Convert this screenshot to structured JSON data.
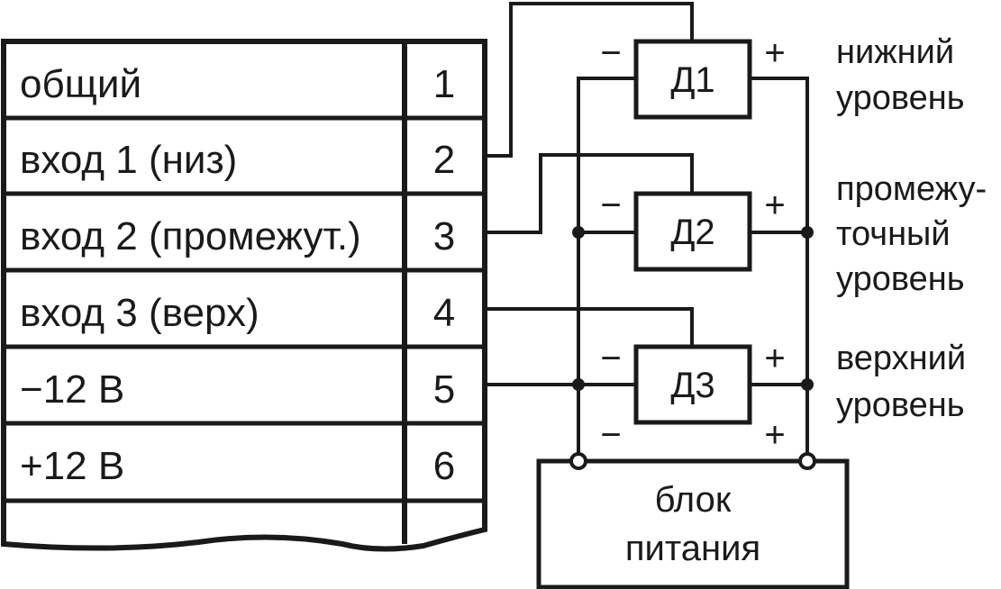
{
  "terminal_block": {
    "rows": [
      {
        "label": "общий",
        "pin": "1"
      },
      {
        "label": "вход 1 (низ)",
        "pin": "2"
      },
      {
        "label": "вход 2 (промежут.)",
        "pin": "3"
      },
      {
        "label": "вход 3 (верх)",
        "pin": "4"
      },
      {
        "label": "−12 В",
        "pin": "5"
      },
      {
        "label": "+12 В",
        "pin": "6"
      }
    ]
  },
  "sensors": [
    {
      "name": "Д1",
      "minus": "−",
      "plus": "+"
    },
    {
      "name": "Д2",
      "minus": "−",
      "plus": "+"
    },
    {
      "name": "Д3",
      "minus": "−",
      "plus": "+"
    }
  ],
  "levels": {
    "low": [
      "нижний",
      "уровень"
    ],
    "mid": [
      "промежу-",
      "точный",
      "уровень"
    ],
    "high": [
      "верхний",
      "уровень"
    ]
  },
  "power_supply": {
    "lines": [
      "блок",
      "питания"
    ],
    "minus": "−",
    "plus": "+"
  }
}
